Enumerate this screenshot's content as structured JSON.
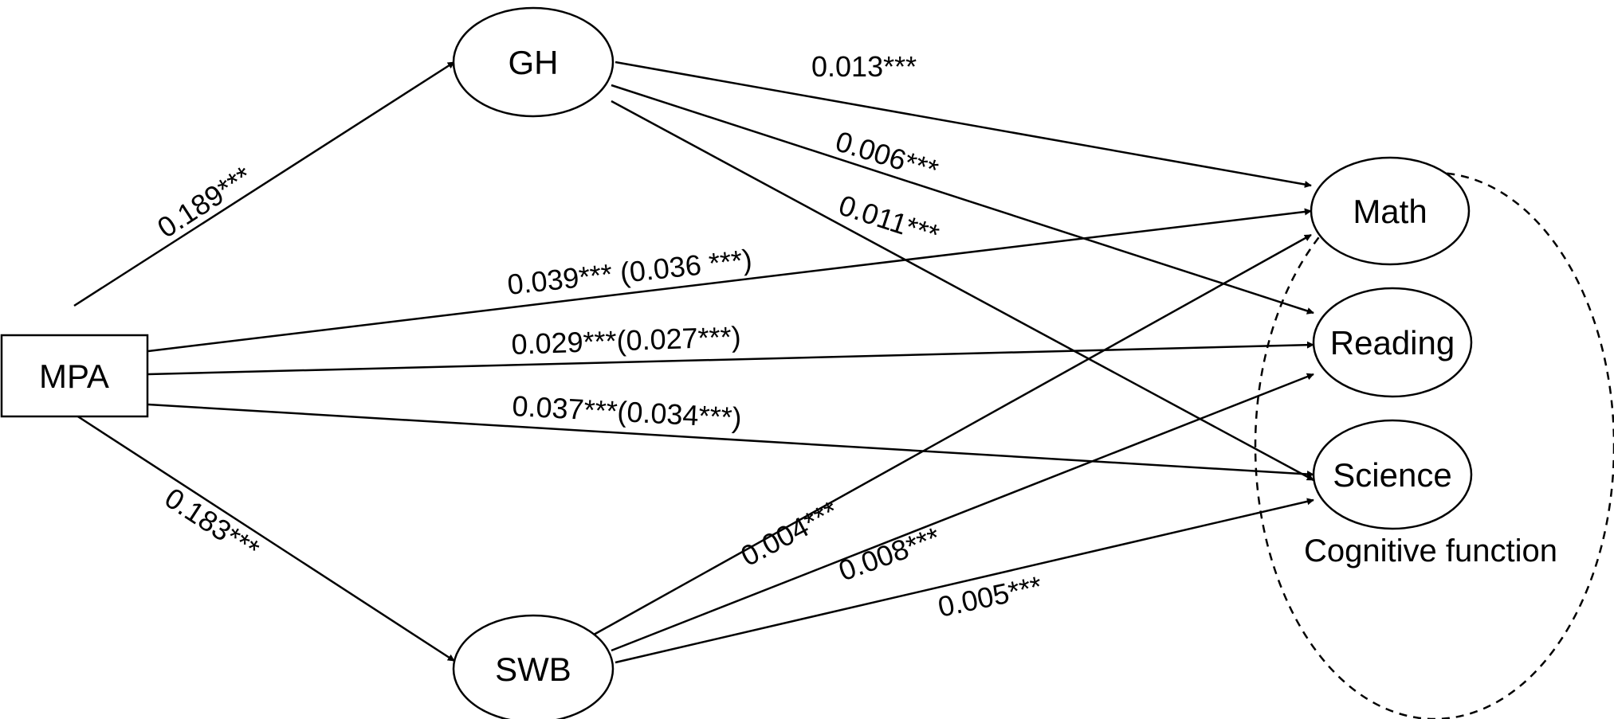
{
  "nodes": {
    "mpa": "MPA",
    "gh": "GH",
    "swb": "SWB",
    "math": "Math",
    "reading": "Reading",
    "science": "Science"
  },
  "group_label": "Cognitive function",
  "coefficients": {
    "mpa_gh": "0.189***",
    "mpa_swb": "0.183***",
    "gh_math": "0.013***",
    "gh_reading": "0.006***",
    "gh_science": "0.011***",
    "mpa_math": "0.039*** (0.036 ***)",
    "mpa_reading": "0.029***(0.027***)",
    "mpa_science": "0.037***(0.034***)",
    "swb_math": "0.004***",
    "swb_reading": "0.008***",
    "swb_science": "0.005***"
  }
}
